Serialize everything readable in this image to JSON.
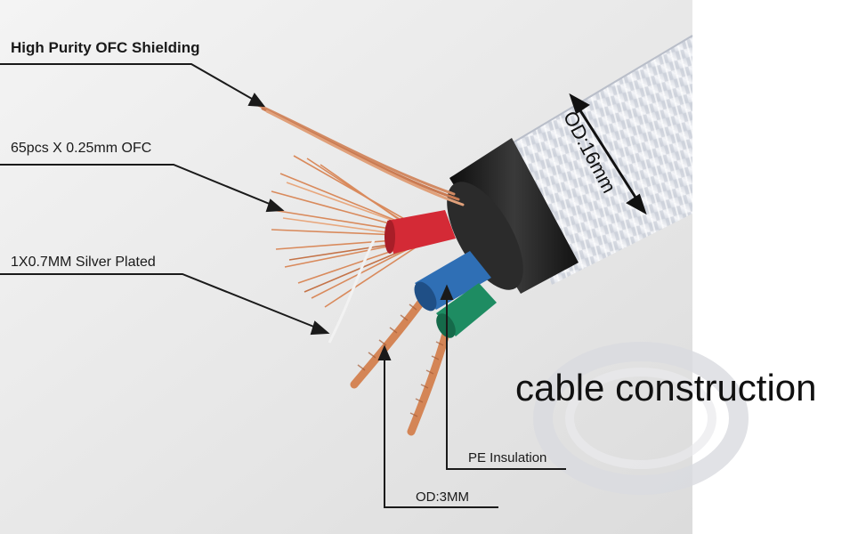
{
  "labels": {
    "shielding": "High Purity OFC Shielding",
    "strands": "65pcs X 0.25mm OFC",
    "silver": "1X0.7MM Silver Plated",
    "insulation": "PE Insulation",
    "od_small": "OD:3MM",
    "od_large": "OD:16mm",
    "caption": "cable construction"
  },
  "colors": {
    "background": "#ececec",
    "jacket_braid": "#e4e7ee",
    "copper": "#d98a5c",
    "core_red": "#d42a36",
    "core_blue": "#2f6fb5",
    "core_green": "#1e8c62",
    "inner_sheath": "#1c1c1c"
  }
}
